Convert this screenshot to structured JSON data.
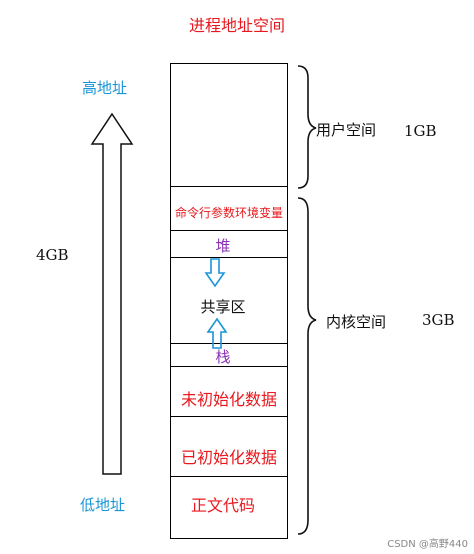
{
  "title": "进程地址空间",
  "high_address": "高地址",
  "low_address": "低地址",
  "total_size": "4GB",
  "user_space": {
    "label": "用户空间",
    "size": "1GB"
  },
  "kernel_space": {
    "label": "内核空间",
    "size": "3GB"
  },
  "segments": {
    "cmd_env": "命令行参数环境变量",
    "heap": "堆",
    "shared": "共享区",
    "stack": "栈",
    "bss": "未初始化数据",
    "data": "已初始化数据",
    "text": "正文代码"
  },
  "watermark": "CSDN @高野440",
  "colors": {
    "title": "#e8181e",
    "segment_text": "#e8181e",
    "address_label": "#1a96d8",
    "heap_stack": "#8a33b6",
    "arrow": "#1a96d8"
  }
}
